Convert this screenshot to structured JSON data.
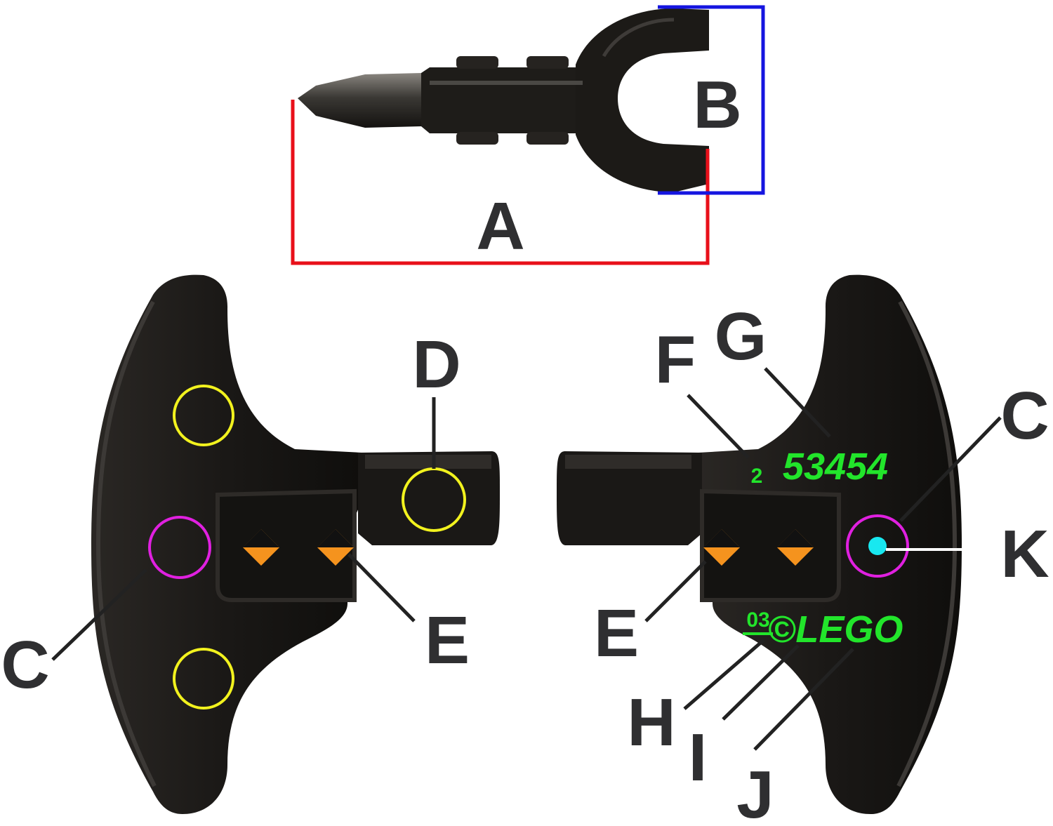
{
  "colors": {
    "part": "#1c1a17",
    "part_highlight": "#4a4844",
    "callout_text": "#2f2f31",
    "bracket_a": "#e8101a",
    "bracket_b": "#1515e0",
    "ring_yellow": "#f2f21e",
    "ring_magenta": "#e020e0",
    "dot_cyan": "#18e8f0",
    "marking_green": "#22e52b",
    "diamond_orange": "#f5931e"
  },
  "icons": {
    "orientation_diamond": "diamond-orange-black"
  },
  "callouts": {
    "a": "A",
    "b": "B",
    "c_left": "C",
    "c_right": "C",
    "d": "D",
    "e_left": "E",
    "e_right": "E",
    "f": "F",
    "g": "G",
    "h": "H",
    "i": "I",
    "j": "J",
    "k": "K"
  },
  "markings": {
    "mold_number": "2",
    "part_number": "53454",
    "date_code": "03",
    "copyright": "©LEGO"
  }
}
